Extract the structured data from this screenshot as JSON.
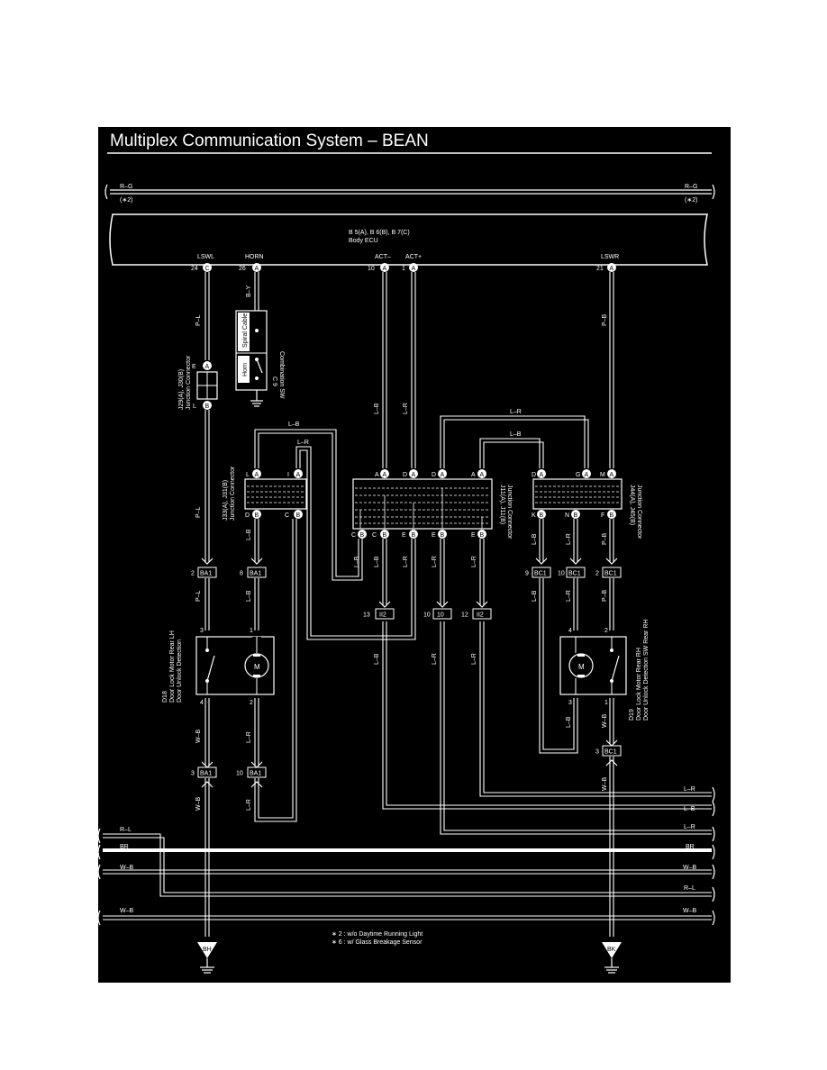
{
  "title": "Multiplex Communication System – BEAN",
  "power": {
    "wire": "R–G",
    "note": "(∗2)"
  },
  "ecu": {
    "codes": "B 5(A), B 6(B), B 7(C)",
    "name": "Body ECU"
  },
  "ecu_pins": [
    {
      "name": "LSWL",
      "num": "24",
      "conn": "C"
    },
    {
      "name": "HORN",
      "num": "26",
      "conn": "A"
    },
    {
      "name": "ACT–",
      "num": "10",
      "conn": "A"
    },
    {
      "name": "ACT+",
      "num": "1",
      "conn": "A"
    },
    {
      "name": "LSWR",
      "num": "21",
      "conn": "A"
    }
  ],
  "wire_labels": {
    "p_l": "P–L",
    "b_y": "B–Y",
    "l_b": "L–B",
    "l_r": "L–R",
    "p_b": "P–B",
    "w_b": "W–B",
    "br": "BR",
    "r_l": "R–L"
  },
  "combo_sw": {
    "spiral": "Spiral Cable",
    "horn": "Horn",
    "code": "C 9",
    "name": "Combination SW"
  },
  "jc_j29": {
    "codes": "J29(A), J30(B)",
    "name": "Junction Connector",
    "top": "A",
    "bottom": "B",
    "pin_top": "E",
    "pin_bottom": "L"
  },
  "jc_j33": {
    "codes": "J33(A), J31(B)",
    "name": "Junction Connector",
    "pins_top": [
      "L",
      "A",
      "I",
      "A"
    ],
    "pins_bottom": [
      "D",
      "B",
      "C",
      "B"
    ]
  },
  "jc_j11": {
    "codes": "J11(A), J11(B)",
    "name": "Junction Connector",
    "pins_top": [
      "A",
      "D",
      "A",
      "D",
      "A",
      "A",
      "A"
    ],
    "pins_bottom": [
      "C",
      "B",
      "C",
      "B",
      "E",
      "B",
      "E",
      "B",
      "E",
      "B"
    ],
    "left_label": "C",
    "left_label2": "B"
  },
  "jc_j44": {
    "codes": "J44(A), J45(B)",
    "name": "Junction Connector",
    "pins_top": [
      "D",
      "A",
      "G",
      "A",
      "M",
      "A"
    ],
    "pins_bottom": [
      "K",
      "B",
      "N",
      "B",
      "F",
      "B"
    ]
  },
  "connectors": {
    "ba1": "BA1",
    "bc1": "BC1",
    "ii2": "II2",
    "ib1": "10",
    "ba1_p1": "2",
    "ba1_p2": "8",
    "bc1_p1": "9",
    "bc1_p2": "10",
    "bc1_p3": "2",
    "ii2_l": "13",
    "ii2_r": "12",
    "ba1_b1": "3",
    "ba1_b2": "10",
    "bc1_b": "3"
  },
  "motor_lh": {
    "code": "D18",
    "name": "Door Lock Motor Rear LH",
    "sub": "Door Unlock Detection",
    "pins": [
      "3",
      "1",
      "4",
      "2"
    ],
    "m": "M"
  },
  "motor_rh": {
    "code": "D19",
    "name": "Door Lock Motor Rear RH",
    "sub": "Door Unlock Detection SW Rear RH",
    "pins": [
      "4",
      "2",
      "3",
      "1"
    ],
    "m": "M"
  },
  "right_labels": [
    "L–R",
    "L–B",
    "L–R",
    "BR",
    "W–B",
    "R–L",
    "W–B"
  ],
  "left_labels": [
    "R–L",
    "BR",
    "W–B",
    "W–B"
  ],
  "grounds": [
    "BH",
    "BK"
  ],
  "notes": [
    "∗ 2 : w/o Daytime Running Light",
    "∗ 6 : w/ Glass Breakage Sensor"
  ]
}
